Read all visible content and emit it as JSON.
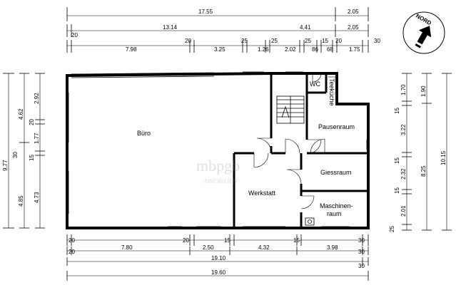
{
  "compass": {
    "label": "NORD"
  },
  "rooms": {
    "buero": "Büro",
    "wc": "WC",
    "teekueche": "Teeküche",
    "pausenraum": "Pausenraum",
    "giessraum": "Giessraum",
    "werkstatt": "Werkstatt",
    "maschinenraum_1": "Maschinen-",
    "maschinenraum_2": "raum"
  },
  "watermark": {
    "line1": "mbpgb",
    "line2": "IMMOBILIEN"
  },
  "dims_top": {
    "overall": "17.55",
    "right_overall": "2.05",
    "row2_a": "20",
    "row2_b": "13.14",
    "row2_c": "4.41",
    "row2_d": "2.05",
    "row3": [
      "7.98",
      "20",
      "3.25",
      "25",
      "1.26",
      "25",
      "2.02",
      "25",
      "86",
      "15",
      "68",
      "20",
      "1.75",
      "30"
    ]
  },
  "dims_bottom": {
    "row1": [
      "20",
      "20",
      "15",
      "15",
      "30"
    ],
    "row2": [
      "20",
      "7.80",
      "2.50",
      "4.32",
      "3.98",
      "30"
    ],
    "row3": "19.10",
    "row3_end": "30",
    "overall": "19.60"
  },
  "dims_left": {
    "outer": "9.77",
    "mid_a": "4.62",
    "mid_b": "4.85",
    "inner": [
      "2.92",
      "20",
      "1.77",
      "15",
      "4.73"
    ],
    "mid_small": "30"
  },
  "dims_right": {
    "outer": "10.15",
    "mid_a": "1.90",
    "mid_b": "8.25",
    "inner": [
      "1.70",
      "15",
      "3.22",
      "15",
      "2.32",
      "15",
      "2.01",
      "25"
    ]
  }
}
